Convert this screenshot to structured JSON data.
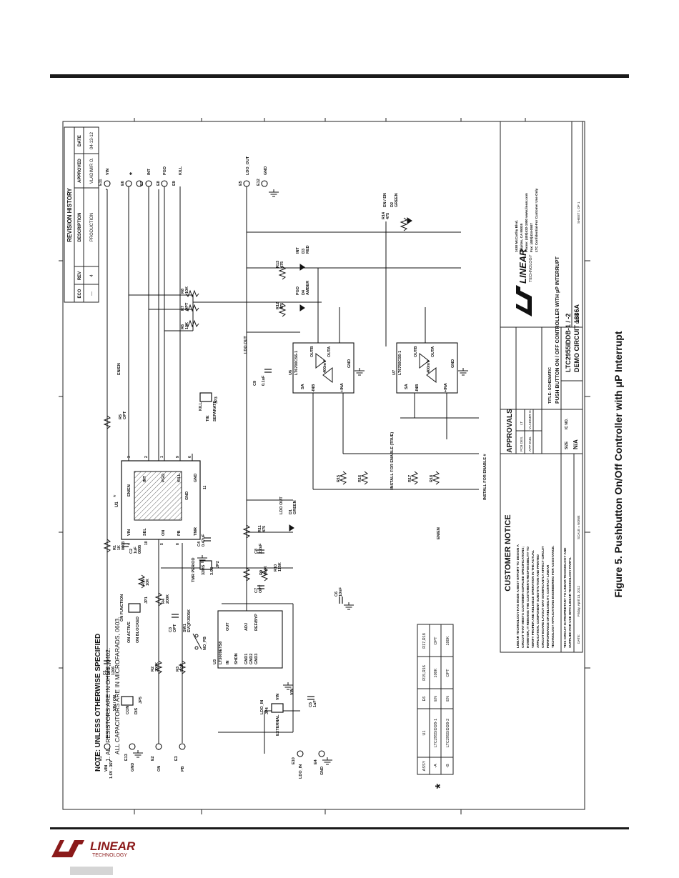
{
  "caption": "Figure 5. Pushbutton On/Off Controller with μP Interrupt",
  "logo": {
    "brand": "LINEAR",
    "sub": "TECHNOLOGY"
  },
  "revision_history": {
    "heading": "REVISION HISTORY",
    "columns": [
      "ECO",
      "REV",
      "DESCRIPTION",
      "APPROVED",
      "DATE"
    ],
    "row": [
      "---",
      "4",
      "PRODUCTION",
      "VLADIMIR O.",
      "04-13-12"
    ]
  },
  "customer_notice": {
    "heading": "CUSTOMER NOTICE",
    "lines": [
      "LINEAR TECHNOLOGY HAS MADE A BEST EFFORT TO DESIGN A",
      "CIRCUIT THAT MEETS CUSTOMER-SUPPLIED SPECIFICATIONS;",
      "HOWEVER, IT REMAINS THE CUSTOMER'S RESPONSIBILITY TO",
      "VERIFY PROPER AND RELIABLE OPERATION IN THE ACTUAL",
      "APPLICATION. COMPONENT SUBSTITUTION AND PRINTED",
      "CIRCUIT BOARD LAYOUT MAY SIGNIFICANTLY AFFECT CIRCUIT",
      "PERFORMANCE OR RELIABILITY. CONTACT LINEAR",
      "TECHNOLOGY APPLICATIONS ENGINEERING FOR ASSISTANCE."
    ],
    "proprietary": [
      "THIS CIRCUIT IS PROPRIETARY TO LINEAR TECHNOLOGY AND",
      "SUPPLIED FOR USE WITH LINEAR TECHNOLOGY PARTS."
    ]
  },
  "approvals": {
    "heading": "APPROVALS",
    "pcb_des_label": "PCB DES.",
    "pcb_des": "LT",
    "app_eng_label": "APP ENG.",
    "app_eng": "VLADIMIR O.",
    "scale": "SCALE = NONE"
  },
  "title_block": {
    "address": [
      "1630 McCarthy Blvd.",
      "Milpitas, CA 95035",
      "Phone: (408)432-1900   www.linear.com",
      "Fax: (408)434-0507",
      "LTC Confidential-For Customer Use Only"
    ],
    "title_label": "TITLE: SCHEMATIC",
    "title": "PUSH BUTTON ON / OFF CONTROLLER WITH μP INTERRUPT",
    "size_label": "SIZE",
    "size": "N/A",
    "ic_no_label": "IC NO.",
    "part": "LTC2955IDDB-1 / -2",
    "demo": "DEMO CIRCUIT 1836A",
    "rev_label": "REV.",
    "rev": "4",
    "date_label": "DATE:",
    "date": "Friday, April 13, 2012",
    "sheet": "SHEET  1   OF  1"
  },
  "notes": {
    "heading": "NOTE: UNLESS OTHERWISE SPECIFIED",
    "line1": "1. ALL RESISTORS ARE IN OHMS, 0402.",
    "line2": "ALL CAPACITORS ARE IN MICROFARADS, 0603."
  },
  "assy_table": {
    "star": "*",
    "columns": [
      "ASSY",
      "U1",
      "E6",
      "R15,R16",
      "R17,R18"
    ],
    "rows": [
      [
        "-A",
        "LTC2955IDDB-1",
        "EN",
        "100K",
        "OPT"
      ],
      [
        "-B",
        "LTC2955IDDB-2",
        "EN",
        "OPT",
        "100K"
      ]
    ]
  },
  "terminals": {
    "E1": "E1",
    "vin_range": "VIN",
    "vin_spec": "1.6V - 36V",
    "E13": "E13",
    "gnd": "GND",
    "E2": "E2",
    "on": "ON",
    "E3": "E3",
    "pb": "PB",
    "E10": "E10",
    "ldo_in": "LDO_IN",
    "E4": "E4",
    "gnd2": "GND",
    "E11": "E11",
    "vin": "VIN",
    "E6": "E6",
    "star": "*",
    "E7": "E7",
    "int": "INT",
    "E8": "E8",
    "pgd": "PGD",
    "E9": "E9",
    "kill": "KILL",
    "E5": "E5",
    "ldo_out": "LDO_OUT",
    "E12": "E12",
    "gnd3": "GND"
  },
  "u1": {
    "ref": "U1",
    "star": "*",
    "pins": {
      "vin": "VIN",
      "sel": "SEL",
      "on": "ON",
      "pb": "PB",
      "tmr": "TMR",
      "en": "EN/EN",
      "int": "INT",
      "pgd": "PGD",
      "kill": "KILL",
      "gnd": "GND"
    },
    "nums": {
      "vin": "4",
      "sel": "10",
      "on": "5",
      "pb": "8",
      "en": "3",
      "int": "2",
      "pgd": "1",
      "kill": "9",
      "gnd": "6",
      "pad": "11"
    }
  },
  "u3": {
    "ref": "U3",
    "part": "LT3009ETS8",
    "pins": {
      "in": "IN",
      "shdn": "SHDN",
      "gnd1": "GND1",
      "gnd2": "GND2",
      "gnd3": "GND3",
      "out": "OUT",
      "adj": "ADJ",
      "ref": "REF/BYP"
    }
  },
  "u6": {
    "ref": "U6",
    "part": "LT6700CS6-1",
    "vref": "400mV",
    "pins": {
      "sa": "SA",
      "inb": "-INB",
      "ina": "+INA",
      "gnd": "GND",
      "outb": "OUTB",
      "outa": "OUTA"
    }
  },
  "u7": {
    "ref": "U7",
    "part": "LT6700CS6-1",
    "vref": "400mV",
    "pins": {
      "sa": "SA",
      "inb": "-INB",
      "ina": "+INA",
      "gnd": "GND",
      "outb": "OUTB",
      "outa": "OUTA"
    }
  },
  "components": {
    "r1": "R1",
    "r1v": "1K",
    "r1p": "0603",
    "r2": "R2",
    "r2v": "200K",
    "r3": "R3",
    "r3v": "5.1K",
    "r4": "R4",
    "r4v": "200K",
    "r19": "R19",
    "r19v": "10K",
    "r5": "R5",
    "r5v": "OPT",
    "r6": "R6",
    "r6v": "10K",
    "r7": "R7",
    "r7v": "OPT",
    "r8": "R8",
    "r8v": "10K",
    "r9": "R9",
    "r9v": "464K",
    "r10": "R10",
    "r10v": "115K",
    "r11": "R11",
    "r11v": "475",
    "r12": "R12",
    "r12v": "475",
    "r13": "R13",
    "r13v": "475",
    "r14": "R14",
    "r14v": "475",
    "r15": "R15",
    "r16": "R16",
    "r17": "R17",
    "r18": "R18",
    "c1": "C1",
    "c1v": "OPT",
    "c1p": "1206",
    "c2": "C2",
    "c2v": "1uF",
    "c2p": "0805",
    "c3": "C3",
    "c3v": "OPT",
    "c4": "C4",
    "c4v": "0.47uF",
    "c5": "C5",
    "c5v": "1uF",
    "c6": "C6",
    "c6v": "10nF",
    "c7": "C7",
    "c7v": "OPT",
    "c8": "C8",
    "c8v": "2.2uF",
    "c9": "C9",
    "c9v": "0.1uF",
    "d1": "D1",
    "d1v": "GREEN",
    "d1n": "LDO OUT",
    "d2": "D2",
    "d2v": "GREEN",
    "d2n": "EN / EN",
    "d3": "D3",
    "d3v": "RED",
    "d3n": "INT",
    "d4": "D4",
    "d4v": "AMBER",
    "d4n": "PGD",
    "sw1": "SW1",
    "sw1p": "EVQPJS05K",
    "no_pb": "NO_PB",
    "jp1": "JP1",
    "on_function": "ON FUNCTION",
    "on_active": "ON ACTIVE",
    "on_blocked": "ON BLOCKED",
    "jp2": "JP2",
    "tmr_period": "TMR PERIOD",
    "t32": "32MS",
    "t3": "3.0S",
    "jp3": "JP3",
    "tie": "TIE",
    "separate": "SEPARATE",
    "kill": "KILL",
    "jp4": "JP4",
    "external": "EXTERNAL",
    "ldo_in": "LDO_IN",
    "vin": "VIN",
    "jp5": "JP5",
    "vin_on": "VIN / ON",
    "con": "CON",
    "dis": "DIS",
    "install_true": "INSTALL FOR ENABLE (TRUE)",
    "install_bar": "INSTALL FOR ENABLE #",
    "en_net": "EN/EN",
    "ldo_out_net": "LDO OUT"
  }
}
